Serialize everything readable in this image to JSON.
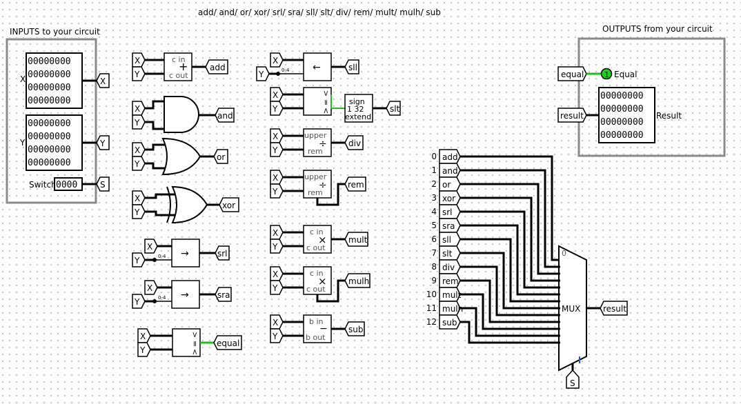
{
  "header_text": "add/ and/ or/ xor/ srl/ sra/ sll/ slt/ div/ rem/ mult/ mulh/ sub",
  "inputs_box": {
    "title": "INPUTS to your circuit",
    "x_label": "X",
    "y_label": "Y",
    "switch_label": "Switch",
    "x_bits": [
      "00000000",
      "00000000",
      "00000000",
      "00000000"
    ],
    "y_bits": [
      "00000000",
      "00000000",
      "00000000",
      "00000000"
    ],
    "switch_bits": "0000",
    "tunnel_x": "X",
    "tunnel_y": "Y",
    "tunnel_s": "S"
  },
  "outputs_box": {
    "title": "OUTPUTS from your circuit",
    "equal_tunnel": "equal",
    "equal_led_value": "1",
    "equal_label": "Equal",
    "result_tunnel": "result",
    "result_label": "Result",
    "result_bits": [
      "00000000",
      "00000000",
      "00000000",
      "00000000"
    ]
  },
  "units": {
    "add": {
      "in_x": "X",
      "in_y": "Y",
      "top": "c in",
      "bottom": "c out",
      "op": "+",
      "out": "add"
    },
    "and": {
      "in_x": "X",
      "in_y": "Y",
      "out": "and"
    },
    "or": {
      "in_x": "X",
      "in_y": "Y",
      "out": "or"
    },
    "xor": {
      "in_x": "X",
      "in_y": "Y",
      "out": "xor"
    },
    "srl": {
      "in_x": "X",
      "in_y": "Y",
      "range": "0-4",
      "op": "→",
      "out": "srl"
    },
    "sra": {
      "in_x": "X",
      "in_y": "Y",
      "range": "0-4",
      "op": "→",
      "out": "sra"
    },
    "equal": {
      "in_x": "X",
      "in_y": "Y",
      "cmp_top": ">",
      "cmp_mid": "=",
      "cmp_bot": "<",
      "out": "equal"
    },
    "sll": {
      "in_x": "X",
      "in_y": "Y",
      "range": "0-4",
      "op": "←",
      "out": "sll"
    },
    "slt": {
      "in_x": "X",
      "in_y": "Y",
      "cmp_top": ">",
      "cmp_mid": "=",
      "cmp_bot": "<",
      "ext1": "sign",
      "ext2": "1   32",
      "ext3": "extend",
      "out": "slt"
    },
    "div": {
      "in_x": "X",
      "in_y": "Y",
      "top": "upper",
      "op": "÷",
      "bottom": "rem",
      "out": "div"
    },
    "rem": {
      "in_x": "X",
      "in_y": "Y",
      "top": "upper",
      "op": "÷",
      "bottom": "rem",
      "out": "rem"
    },
    "mult": {
      "in_x": "X",
      "in_y": "Y",
      "top": "c in",
      "op": "×",
      "bottom": "c out",
      "out": "mult"
    },
    "mulh": {
      "in_x": "X",
      "in_y": "Y",
      "top": "c in",
      "op": "×",
      "bottom": "c out",
      "out": "mulh"
    },
    "sub": {
      "in_x": "X",
      "in_y": "Y",
      "top": "b in",
      "op": "−",
      "bottom": "b out",
      "out": "sub"
    }
  },
  "mux": {
    "label": "MUX",
    "first_index_label": "0",
    "select_tunnel": "S",
    "output_tunnel": "result",
    "inputs": [
      {
        "index": "0",
        "name": "add"
      },
      {
        "index": "1",
        "name": "and"
      },
      {
        "index": "2",
        "name": "or"
      },
      {
        "index": "3",
        "name": "xor"
      },
      {
        "index": "4",
        "name": "srl"
      },
      {
        "index": "5",
        "name": "sra"
      },
      {
        "index": "6",
        "name": "sll"
      },
      {
        "index": "7",
        "name": "slt"
      },
      {
        "index": "8",
        "name": "div"
      },
      {
        "index": "9",
        "name": "rem"
      },
      {
        "index": "10",
        "name": "mult"
      },
      {
        "index": "11",
        "name": "mulh"
      },
      {
        "index": "12",
        "name": "sub"
      }
    ]
  },
  "colors": {
    "wire": "#000000",
    "active_wire": "#22bb22",
    "led": "#22cc22",
    "box_border": "#8a8a8a"
  }
}
